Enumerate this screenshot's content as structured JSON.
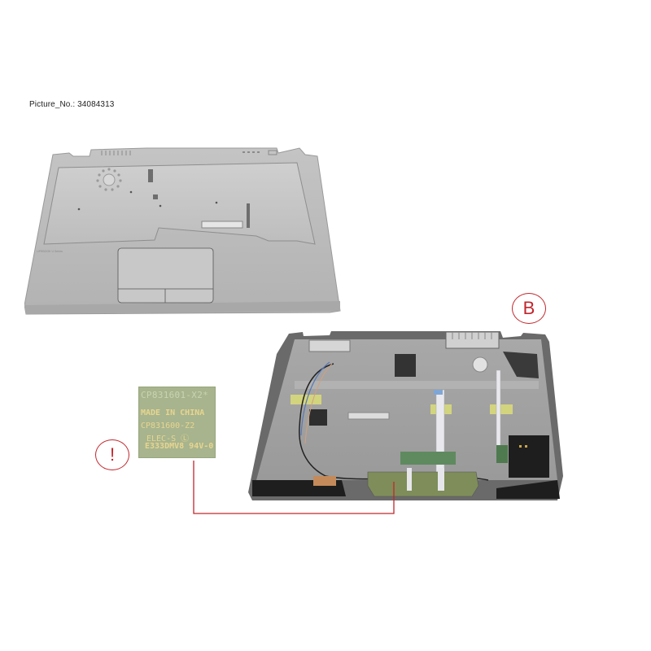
{
  "header": {
    "picture_number": "Picture_No.: 34084313"
  },
  "callouts": [
    {
      "id": "B",
      "label": "B",
      "color": "#c1272d"
    },
    {
      "id": "warning",
      "label": "!",
      "color": "#c1272d"
    }
  ],
  "label_detail": {
    "lines": [
      "CP831601-X2*",
      "MADE IN CHINA",
      "CP831600-Z2",
      "ELEC-S Ⓛ",
      "E333DMV8 94V-0"
    ],
    "background": "#a7b48d",
    "text_color": "#e8d590"
  },
  "parts": {
    "top_view": {
      "name": "palmrest-top-cover",
      "color": "#b9b9b9",
      "brand_text": "LIFEBOOK U Series"
    },
    "bottom_view": {
      "name": "palmrest-underside",
      "color": "#8f8f8f"
    }
  },
  "connector_line": {
    "color": "#c1272d"
  }
}
